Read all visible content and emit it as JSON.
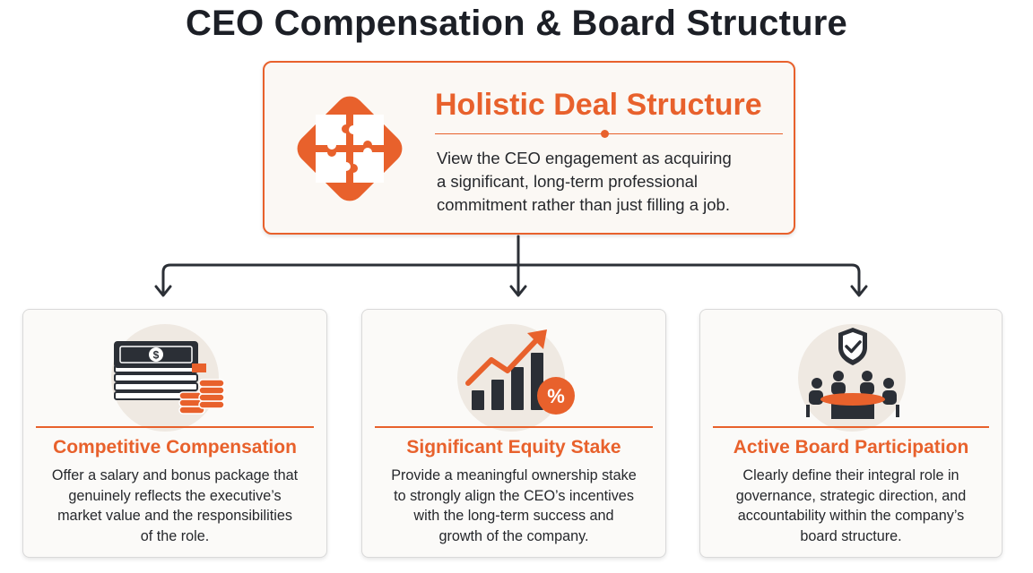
{
  "title": "CEO Compensation & Board Structure",
  "colors": {
    "accent": "#e8612c",
    "dark": "#2b2f36",
    "card_bg": "#fbfaf8"
  },
  "top": {
    "icon": "puzzle-icon",
    "heading": "Holistic Deal Structure",
    "description_lines": [
      "View the CEO engagement as acquiring",
      "a significant, long-term professional",
      "commitment rather than just filling a job."
    ]
  },
  "cards": [
    {
      "icon": "money-stack-icon",
      "title": "Competitive Compensation",
      "lines": [
        "Offer a salary and bonus package that",
        "genuinely reflects the executive’s",
        "market value and the responsibilities",
        "of the role."
      ]
    },
    {
      "icon": "growth-chart-percent-icon",
      "title": "Significant Equity Stake",
      "lines": [
        "Provide a meaningful ownership stake",
        "to strongly align the CEO’s incentives",
        "with the long-term success and",
        "growth of the company."
      ]
    },
    {
      "icon": "board-meeting-shield-icon",
      "title": "Active Board Participation",
      "lines": [
        "Clearly define their integral role in",
        "governance, strategic direction, and",
        "accountability within the company’s",
        "board structure."
      ]
    }
  ]
}
